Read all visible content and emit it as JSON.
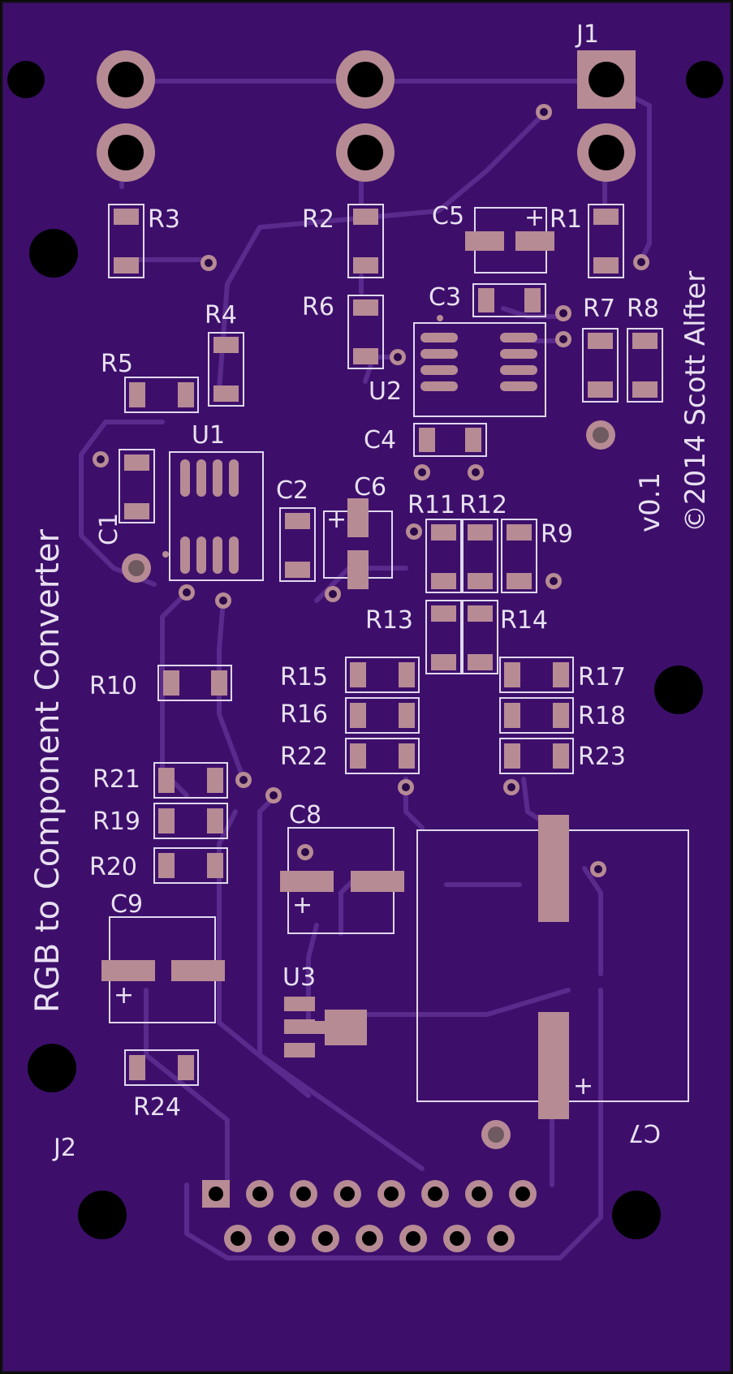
{
  "board": {
    "colors": {
      "substrate": "#3d0f6b",
      "copper": "#b78b94",
      "silk": "#e8e0f0",
      "trace": "#5a2a8c"
    },
    "title": "RGB to Component Converter",
    "copyright": "©2014 Scott Alfter",
    "version": "v0.1"
  },
  "labels": {
    "j1": "J1",
    "j2": "J2",
    "r1": "R1",
    "r2": "R2",
    "r3": "R3",
    "r4": "R4",
    "r5": "R5",
    "r6": "R6",
    "r7": "R7",
    "r8": "R8",
    "r9": "R9",
    "r10": "R10",
    "r11": "R11",
    "r12": "R12",
    "r13": "R13",
    "r14": "R14",
    "r15": "R15",
    "r16": "R16",
    "r17": "R17",
    "r18": "R18",
    "r19": "R19",
    "r20": "R20",
    "r21": "R21",
    "r22": "R22",
    "r23": "R23",
    "r24": "R24",
    "c1": "C1",
    "c2": "C2",
    "c3": "C3",
    "c4": "C4",
    "c5": "C5",
    "c6": "C6",
    "c7": "C7",
    "c8": "C8",
    "c9": "C9",
    "u1": "U1",
    "u2": "U2",
    "u3": "U3",
    "plus": "+"
  }
}
